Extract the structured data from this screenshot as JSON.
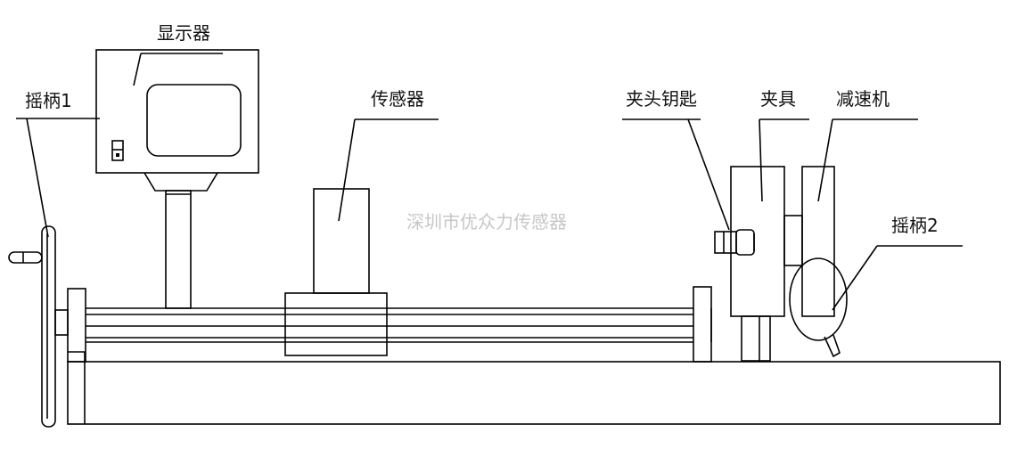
{
  "labels": {
    "display": "显示器",
    "crank1": "摇柄1",
    "sensor": "传感器",
    "chuck_key": "夹头钥匙",
    "fixture": "夹具",
    "reducer": "减速机",
    "crank2": "摇柄2"
  },
  "watermark": "深圳市优众力传感器"
}
